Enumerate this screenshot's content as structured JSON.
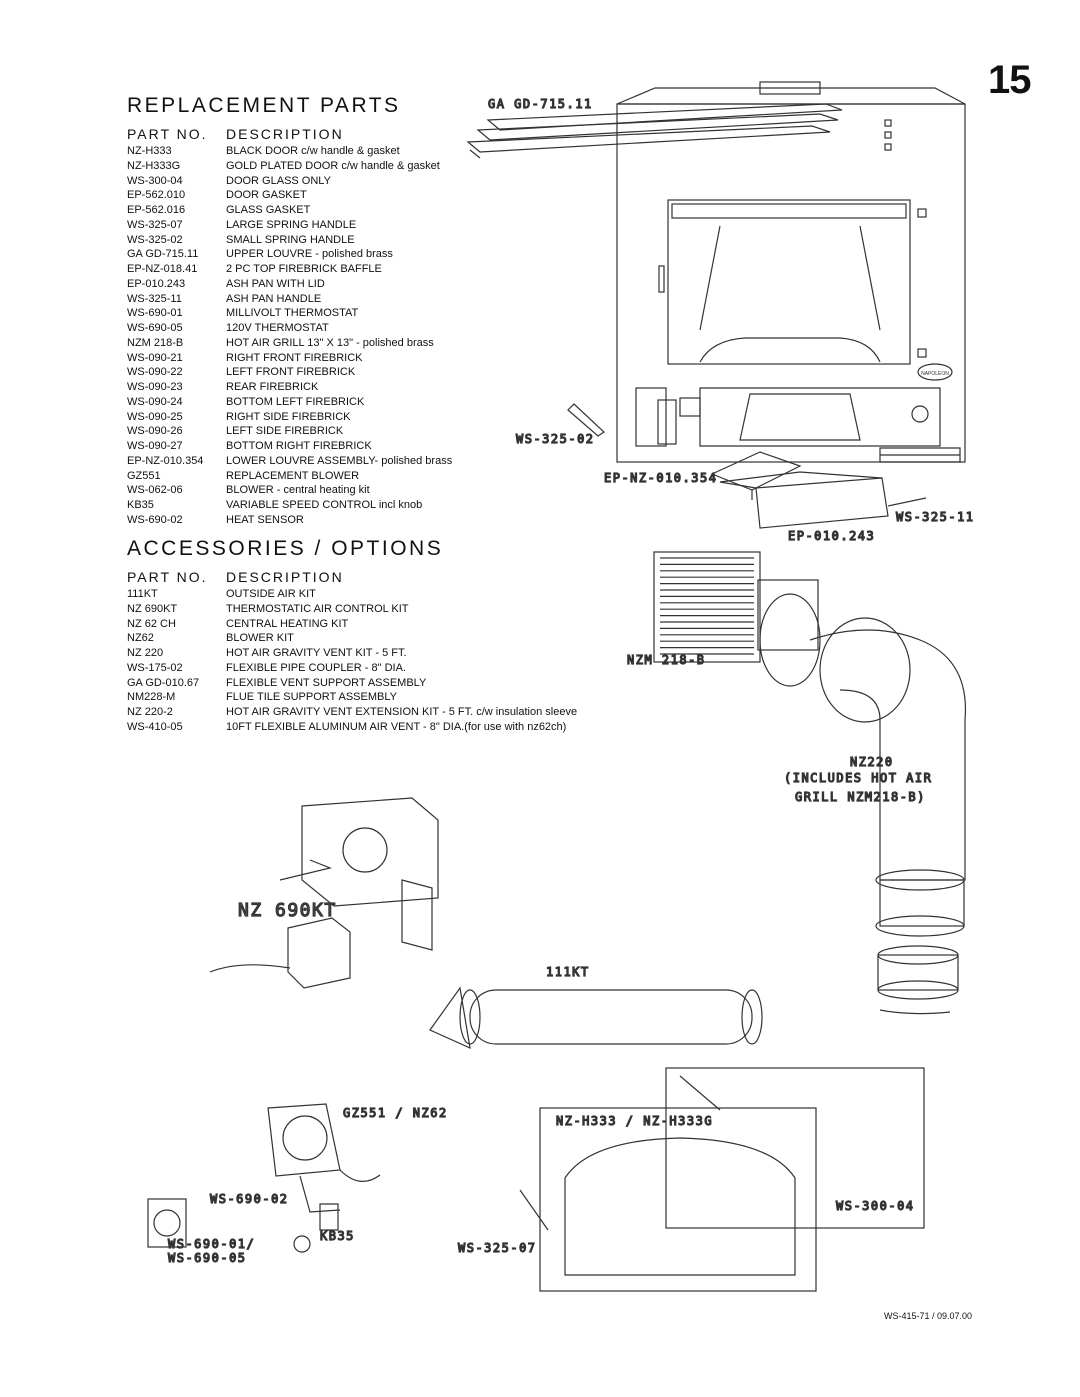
{
  "page_number": "15",
  "replacement_parts": {
    "title": "REPLACEMENT PARTS",
    "col_part": "PART NO.",
    "col_desc": "DESCRIPTION",
    "rows": [
      {
        "part": "NZ-H333",
        "desc": "BLACK DOOR c/w handle & gasket"
      },
      {
        "part": "NZ-H333G",
        "desc": "GOLD PLATED DOOR c/w handle & gasket"
      },
      {
        "part": "WS-300-04",
        "desc": "DOOR GLASS ONLY"
      },
      {
        "part": "EP-562.010",
        "desc": "DOOR GASKET"
      },
      {
        "part": "EP-562.016",
        "desc": "GLASS GASKET"
      },
      {
        "part": "WS-325-07",
        "desc": "LARGE SPRING HANDLE"
      },
      {
        "part": "WS-325-02",
        "desc": "SMALL SPRING HANDLE"
      },
      {
        "part": "GA GD-715.11",
        "desc": "UPPER  LOUVRE - polished brass"
      },
      {
        "part": "EP-NZ-018.41",
        "desc": "2 PC TOP FIREBRICK BAFFLE"
      },
      {
        "part": "EP-010.243",
        "desc": "ASH PAN WITH LID"
      },
      {
        "part": "WS-325-11",
        "desc": "ASH PAN HANDLE"
      },
      {
        "part": "WS-690-01",
        "desc": "MILLIVOLT THERMOSTAT"
      },
      {
        "part": "WS-690-05",
        "desc": "120V THERMOSTAT"
      },
      {
        "part": "NZM 218-B",
        "desc": "HOT AIR GRILL 13\" X 13\" - polished brass"
      },
      {
        "part": "WS-090-21",
        "desc": "RIGHT FRONT FIREBRICK"
      },
      {
        "part": "WS-090-22",
        "desc": "LEFT FRONT FIREBRICK"
      },
      {
        "part": "WS-090-23",
        "desc": "REAR FIREBRICK"
      },
      {
        "part": "WS-090-24",
        "desc": "BOTTOM LEFT FIREBRICK"
      },
      {
        "part": "WS-090-25",
        "desc": "RIGHT SIDE FIREBRICK"
      },
      {
        "part": "WS-090-26",
        "desc": "LEFT SIDE FIREBRICK"
      },
      {
        "part": "WS-090-27",
        "desc": "BOTTOM RIGHT FIREBRICK"
      },
      {
        "part": "EP-NZ-010.354",
        "desc": "LOWER LOUVRE ASSEMBLY- polished brass"
      },
      {
        "part": "GZ551",
        "desc": "REPLACEMENT BLOWER"
      },
      {
        "part": "WS-062-06",
        "desc": "BLOWER  - central heating kit"
      },
      {
        "part": "KB35",
        "desc": "VARIABLE SPEED CONTROL  incl knob"
      },
      {
        "part": "WS-690-02",
        "desc": "HEAT SENSOR"
      }
    ]
  },
  "accessories": {
    "title": "ACCESSORIES / OPTIONS",
    "col_part": "PART NO.",
    "col_desc": "DESCRIPTION",
    "rows": [
      {
        "part": "111KT",
        "desc": "OUTSIDE AIR KIT"
      },
      {
        "part": "NZ 690KT",
        "desc": "THERMOSTATIC AIR CONTROL KIT"
      },
      {
        "part": "NZ 62 CH",
        "desc": "CENTRAL HEATING KIT"
      },
      {
        "part": "NZ62",
        "desc": "BLOWER KIT"
      },
      {
        "part": "NZ 220",
        "desc": "HOT AIR GRAVITY VENT KIT - 5 FT."
      },
      {
        "part": "WS-175-02",
        "desc": "FLEXIBLE  PIPE COUPLER - 8\" DIA."
      },
      {
        "part": "GA GD-010.67",
        "desc": "FLEXIBLE VENT SUPPORT ASSEMBLY"
      },
      {
        "part": "NM228-M",
        "desc": "FLUE TILE SUPPORT ASSEMBLY"
      },
      {
        "part": "NZ 220-2",
        "desc": "HOT AIR GRAVITY VENT EXTENSION KIT - 5 FT. c/w insulation sleeve"
      },
      {
        "part": "WS-410-05",
        "desc": "10FT FLEXIBLE ALUMINUM AIR VENT - 8\" DIA.(for use with nz62ch)"
      }
    ]
  },
  "diagram_labels": {
    "upper_louvre": "GA GD-715.11",
    "small_handle": "WS-325-02",
    "lower_louvre": "EP-NZ-010.354",
    "ash_handle": "WS-325-11",
    "ash_pan": "EP-010.243",
    "grill": "NZM 218-B",
    "nz220_line1": "NZ220",
    "nz220_line2": "(INCLUDES HOT AIR",
    "nz220_line3": "GRILL NZM218-B)",
    "thermo_kit": "NZ 690KT",
    "outside_air": "111KT",
    "blower": "GZ551 / NZ62",
    "heat_sensor": "WS-690-02",
    "thermostat1": "WS-690-01/",
    "thermostat2": "WS-690-05",
    "speed_control": "KB35",
    "door": "NZ-H333 / NZ-H333G",
    "glass": "WS-300-04",
    "large_handle": "WS-325-07",
    "logo": "NAPOLEON"
  },
  "footer": "WS-415-71 / 09.07.00"
}
